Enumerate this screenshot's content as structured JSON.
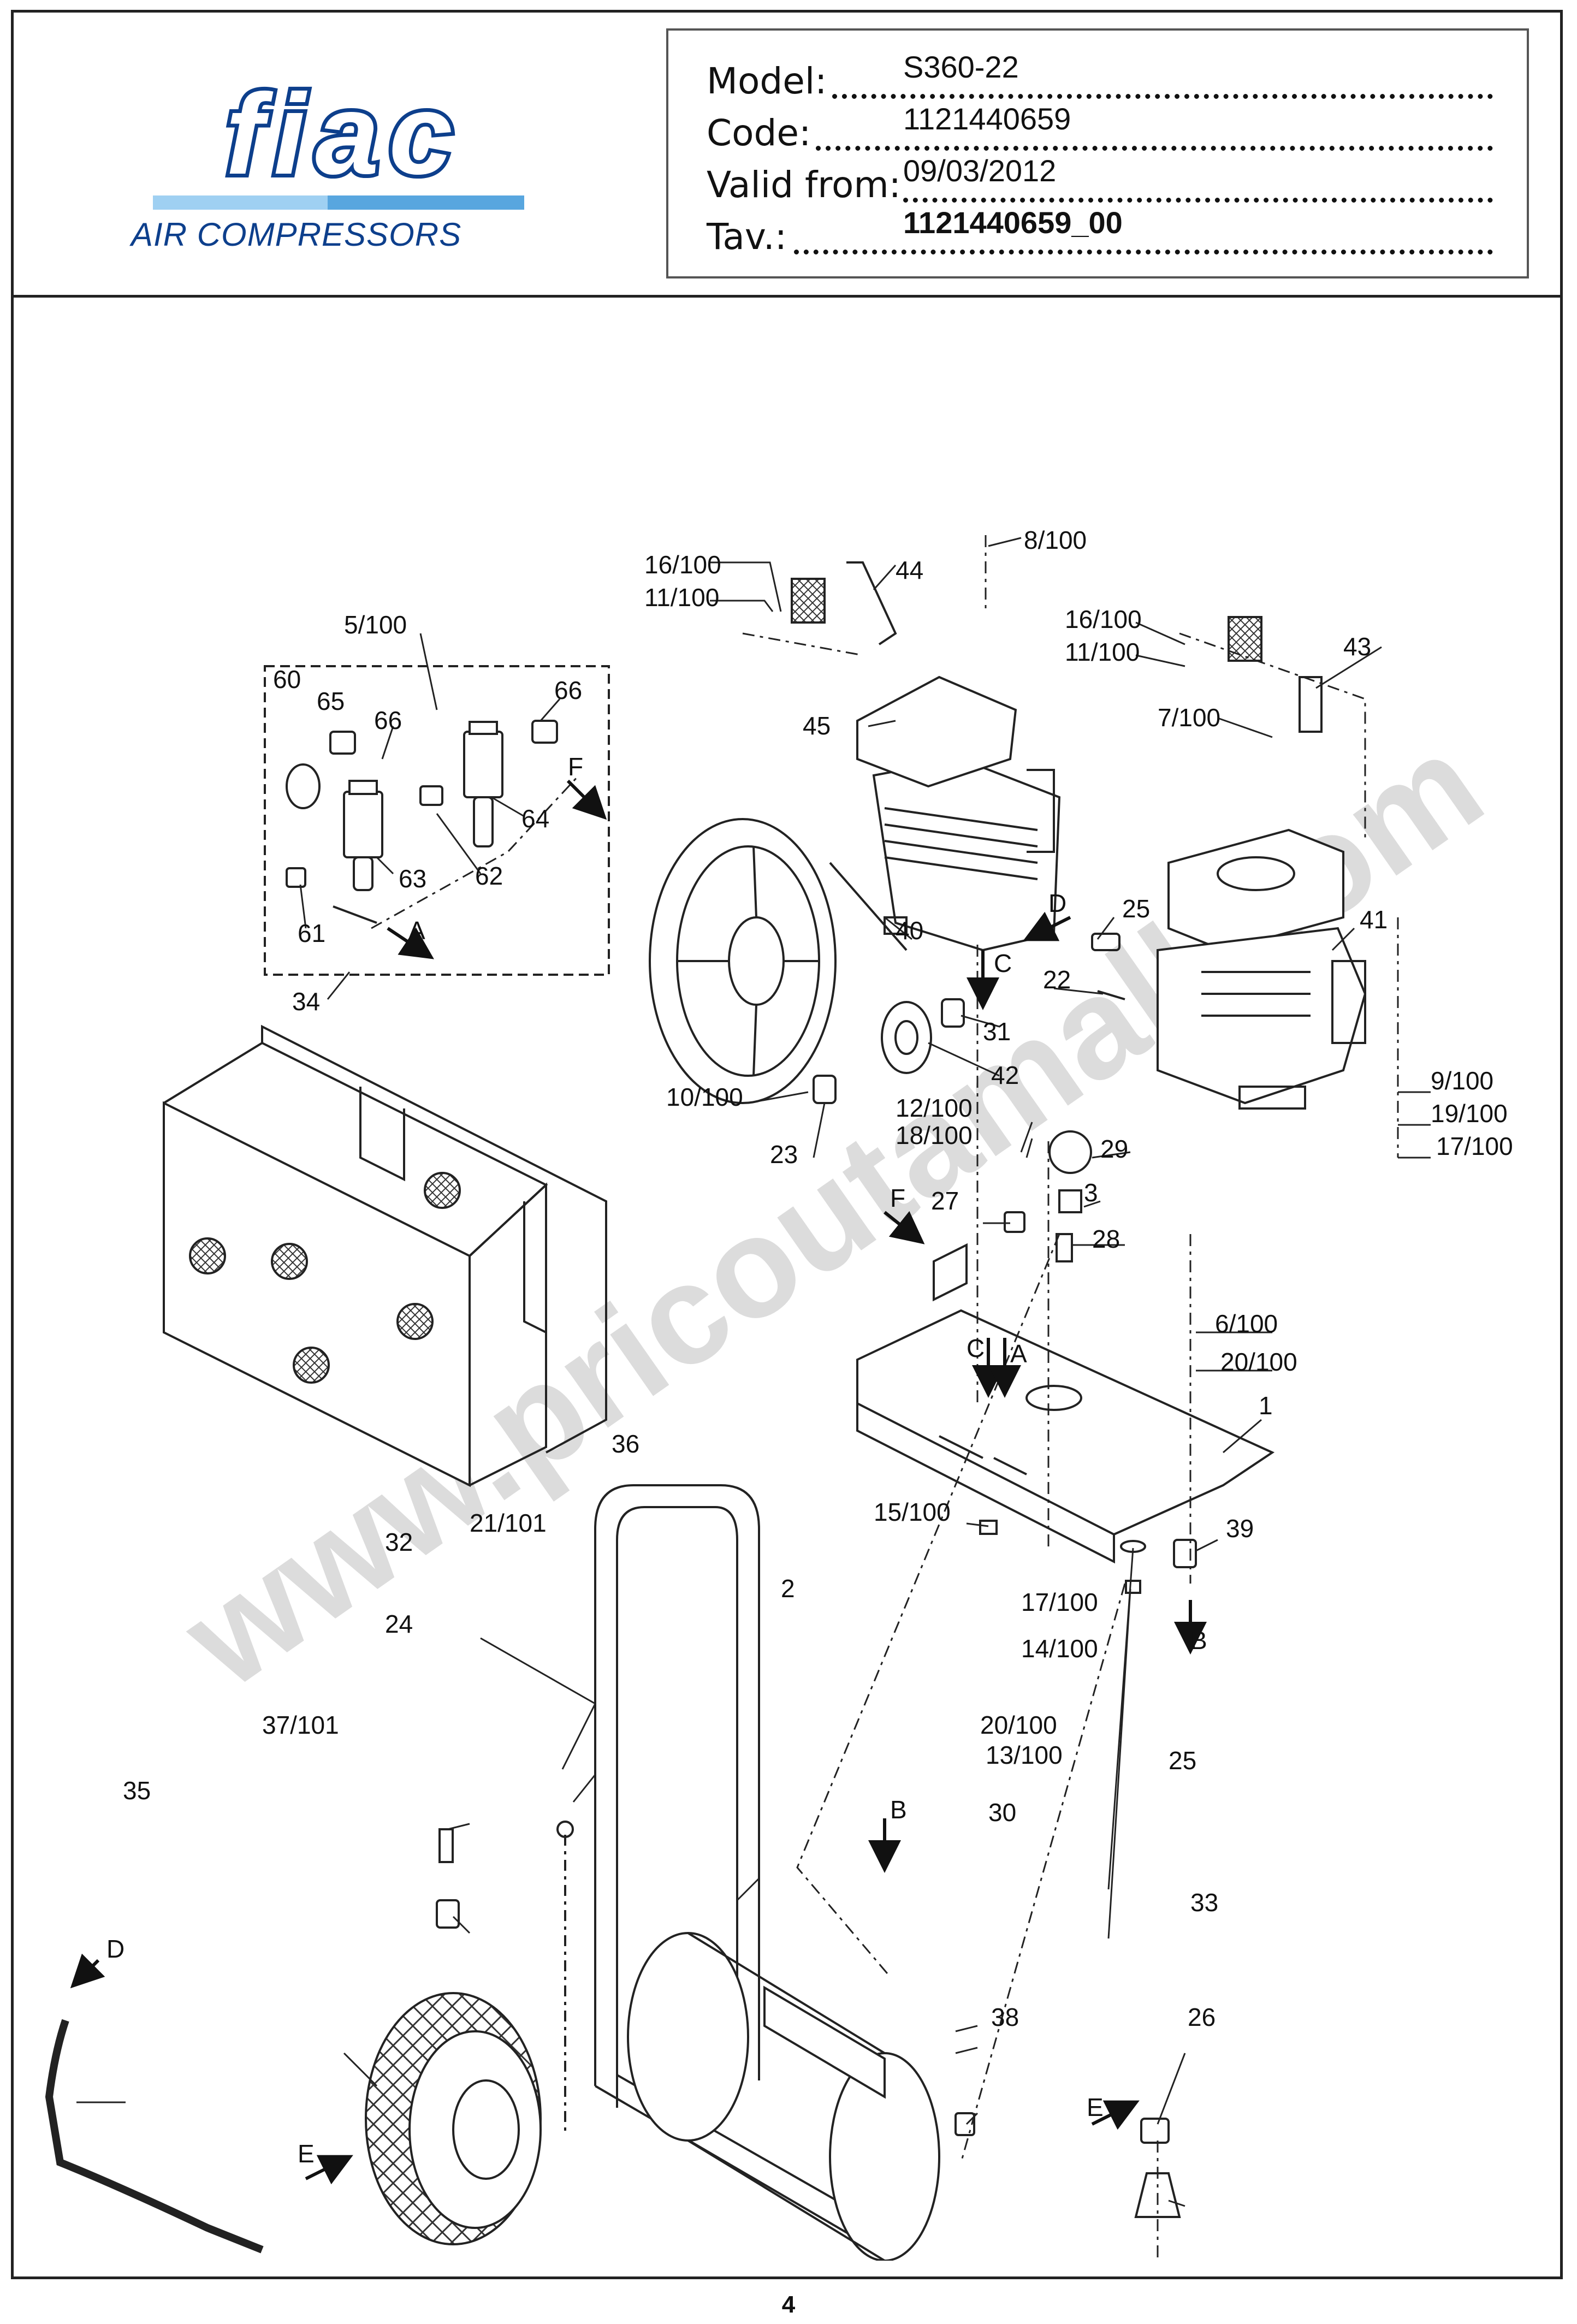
{
  "header": {
    "logo_text": "fiac",
    "logo_tagline": "AIR COMPRESSORS",
    "model_label": "Model:",
    "model_value": "S360-22",
    "code_label": "Code:",
    "code_value": "1121440659",
    "valid_label": "Valid from:",
    "valid_value": "09/03/2012",
    "tav_label": "Tav.:",
    "tav_value": "1121440659_00"
  },
  "watermark": "www.pricoutamall.com",
  "colors": {
    "logo_blue": "#0d3f8c",
    "logo_light": "#58a6df",
    "line": "#222222",
    "watermark": "#d6d6d6"
  },
  "callouts": {
    "c1": "1",
    "c2": "2",
    "c3": "3",
    "c5": "5/100",
    "c6": "6/100",
    "c7": "7/100",
    "c8": "8/100",
    "c9": "9/100",
    "c10": "10/100",
    "c11a": "11/100",
    "c11b": "11/100",
    "c12": "12/100",
    "c13": "13/100",
    "c14": "14/100",
    "c15": "15/100",
    "c16a": "16/100",
    "c16b": "16/100",
    "c17a": "17/100",
    "c17b": "17/100",
    "c18": "18/100",
    "c19": "19/100",
    "c20a": "20/100",
    "c20b": "20/100",
    "c21": "21/101",
    "c22": "22",
    "c23": "23",
    "c24": "24",
    "c25a": "25",
    "c25b": "25",
    "c26": "26",
    "c27": "27",
    "c28": "28",
    "c29": "29",
    "c30": "30",
    "c31": "31",
    "c32": "32",
    "c33": "33",
    "c34": "34",
    "c35": "35",
    "c36": "36",
    "c37": "37/101",
    "c38": "38",
    "c39": "39",
    "c40": "40",
    "c41": "41",
    "c42": "42",
    "c43": "43",
    "c44": "44",
    "c45": "45",
    "c60": "60",
    "c61": "61",
    "c62": "62",
    "c63": "63",
    "c64": "64",
    "c65": "65",
    "c66a": "66",
    "c66b": "66"
  },
  "arrow_letters": {
    "a1": "A",
    "a2": "A",
    "b1": "B",
    "b2": "B",
    "c1": "C",
    "c2": "C",
    "d1": "D",
    "d2": "D",
    "e1": "E",
    "e2": "E",
    "f1": "F",
    "f2": "F"
  },
  "footer": {
    "page_number": "4"
  }
}
